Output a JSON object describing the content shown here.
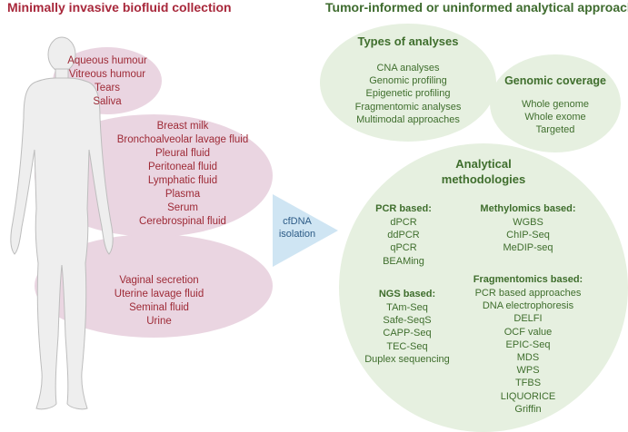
{
  "left_heading": "Minimally invasive biofluid collection",
  "right_heading": "Tumor-informed or uninformed analytical approaches",
  "biofluids": {
    "group1": [
      "Aqueous humour",
      "Vitreous humour",
      "Tears",
      "Saliva"
    ],
    "group2": [
      "Breast milk",
      "Bronchoalveolar lavage fluid",
      "Pleural fluid",
      "Peritoneal fluid",
      "Lymphatic fluid",
      "Plasma",
      "Serum",
      "Cerebrospinal fluid"
    ],
    "group3": [
      "Vaginal secretion",
      "Uterine lavage fluid",
      "Seminal fluid",
      "Urine"
    ]
  },
  "arrow": {
    "line1": "cfDNA",
    "line2": "isolation"
  },
  "types_of_analyses": {
    "title": "Types of analyses",
    "items": [
      "CNA analyses",
      "Genomic profiling",
      "Epigenetic profiling",
      "Fragmentomic analyses",
      "Multimodal approaches"
    ]
  },
  "genomic_coverage": {
    "title": "Genomic coverage",
    "items": [
      "Whole genome",
      "Whole exome",
      "Targeted"
    ]
  },
  "analytical": {
    "title_line1": "Analytical",
    "title_line2": "methodologies",
    "pcr": {
      "title": "PCR based:",
      "items": [
        "dPCR",
        "ddPCR",
        "qPCR",
        "BEAMing"
      ]
    },
    "ngs": {
      "title": "NGS based:",
      "items": [
        "TAm-Seq",
        "Safe-SeqS",
        "CAPP-Seq",
        "TEC-Seq",
        "Duplex sequencing"
      ]
    },
    "methylomics": {
      "title": "Methylomics based:",
      "items": [
        "WGBS",
        "ChIP-Seq",
        "MeDIP-seq"
      ]
    },
    "fragmentomics": {
      "title": "Fragmentomics based:",
      "items": [
        "PCR based approaches",
        "DNA electrophoresis",
        "DELFI",
        "OCF value",
        "EPIC-Seq",
        "MDS",
        "WPS",
        "TFBS",
        "LIQUORICE",
        "Griffin"
      ]
    }
  }
}
